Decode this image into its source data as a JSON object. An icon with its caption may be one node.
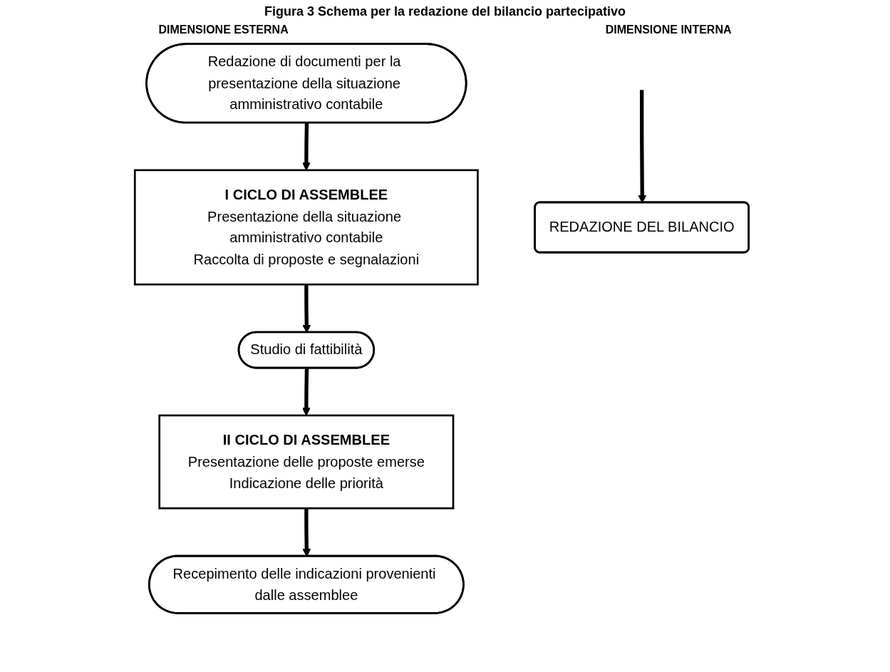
{
  "diagram": {
    "title": "Figura 3 Schema per la redazione del bilancio partecipativo",
    "nodes": [
      {
        "text": [
          "Redazione di documenti per la presentazione della situazione amministrativo contabile"
        ]
      },
      {
        "text": [
          "I CICLO DI ASSEMBLEE",
          "Presentazione della situazione amministrativo contabile",
          "Raccolta di proposte e segnalazioni"
        ]
      },
      {
        "text": [
          "Studio di fattibilità"
        ]
      },
      {
        "text": [
          "II CICLO DI ASSEMBLEE",
          "Presentazione delle proposte emerse",
          "Indicazione delle priorità"
        ]
      },
      {
        "text": [
          "Recepimento delle indicazioni provenienti dalle assemblee"
        ]
      },
      {
        "text": [
          "REDAZIONE DEL BILANCIO"
        ]
      }
    ],
    "edges": [
      {
        "from": 0,
        "to": 1,
        "arrow": "to"
      },
      {
        "from": 1,
        "to": 2,
        "arrow": "to"
      },
      {
        "from": 2,
        "to": 3,
        "arrow": "to"
      },
      {
        "from": 3,
        "to": 4,
        "arrow": "to"
      },
      {
        "from": null,
        "to": 5,
        "arrow": "to"
      }
    ],
    "labels": [
      "DIMENSIONE ESTERNA",
      "DIMENSIONE INTERNA"
    ]
  }
}
